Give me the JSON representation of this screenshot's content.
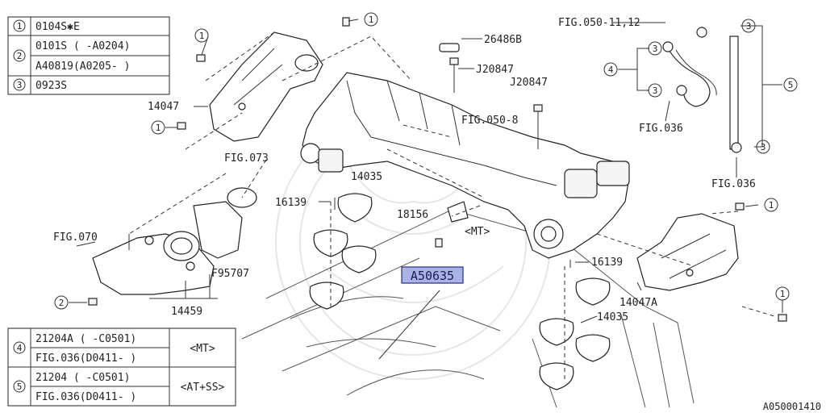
{
  "top_table": [
    {
      "num": "1",
      "rows": [
        "0104S✱E"
      ]
    },
    {
      "num": "2",
      "rows": [
        "0101S  ( -A0204)",
        "A40819(A0205- )"
      ]
    },
    {
      "num": "3",
      "rows": [
        "0923S"
      ]
    }
  ],
  "bottom_table": [
    {
      "num": "4",
      "rows": [
        "21204A ( -C0501)",
        "FIG.036(D0411- )"
      ],
      "note": "<MT>"
    },
    {
      "num": "5",
      "rows": [
        "21204  ( -C0501)",
        "FIG.036(D0411- )"
      ],
      "note": "<AT+SS>"
    }
  ],
  "labels": {
    "p26486b": "26486B",
    "j20847a": "J20847",
    "j20847b": "J20847",
    "p14047": "14047",
    "fig050_8": "FIG.050-8",
    "fig073": "FIG.073",
    "p14035a": "14035",
    "p16139a": "16139",
    "p18156": "18156",
    "mt": "<MT>",
    "fig070": "FIG.070",
    "f95707": "F95707",
    "p14459": "14459",
    "highlight": "A50635",
    "p16139b": "16139",
    "p14047a": "14047A",
    "p14035b": "14035",
    "fig050_11": "FIG.050-11,12",
    "fig036a": "FIG.036",
    "fig036b": "FIG.036",
    "diagram_id": "A050001410"
  },
  "callouts": {
    "c1": "1",
    "c2": "2",
    "c3": "3",
    "c4": "4",
    "c5": "5"
  },
  "colors": {
    "highlight": "#aab3e6",
    "ink": "#222222"
  }
}
